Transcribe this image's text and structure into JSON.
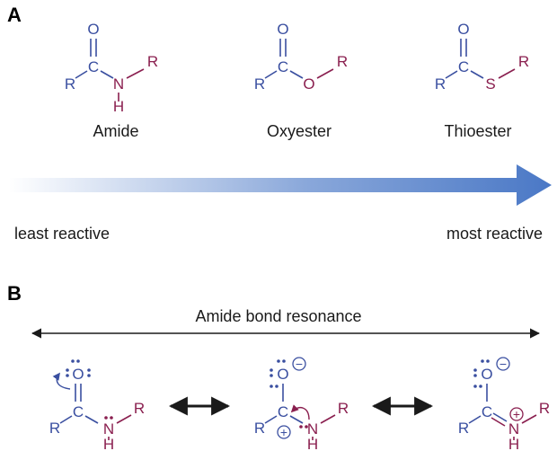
{
  "panel_a": {
    "label": "A",
    "compounds": [
      {
        "name": "Amide",
        "carbonyl_o": "O",
        "carbonyl_c": "C",
        "r_left": "R",
        "heteroatom": "N",
        "heteroatom_h": "H",
        "r_right": "R"
      },
      {
        "name": "Oxyester",
        "carbonyl_o": "O",
        "carbonyl_c": "C",
        "r_left": "R",
        "heteroatom": "O",
        "r_right": "R"
      },
      {
        "name": "Thioester",
        "carbonyl_o": "O",
        "carbonyl_c": "C",
        "r_left": "R",
        "heteroatom": "S",
        "r_right": "R"
      }
    ],
    "gradient_left_label": "least reactive",
    "gradient_right_label": "most reactive"
  },
  "panel_b": {
    "label": "B",
    "title": "Amide bond resonance",
    "structures": [
      {
        "o": "O",
        "c": "C",
        "n": "N",
        "h": "H",
        "r_left": "R",
        "r_right": "R"
      },
      {
        "o": "O",
        "c": "C",
        "n": "N",
        "h": "H",
        "r_left": "R",
        "r_right": "R",
        "o_charge": "−",
        "c_charge": "+"
      },
      {
        "o": "O",
        "c": "C",
        "n": "N",
        "h": "H",
        "r_left": "R",
        "r_right": "R",
        "o_charge": "−",
        "n_charge": "+"
      }
    ]
  },
  "colors": {
    "carbonyl_blue": "#3a4fa0",
    "heteroatom_maroon": "#8a1f4f",
    "gradient_arrow": "#4a78c6",
    "black": "#1a1a1a"
  }
}
